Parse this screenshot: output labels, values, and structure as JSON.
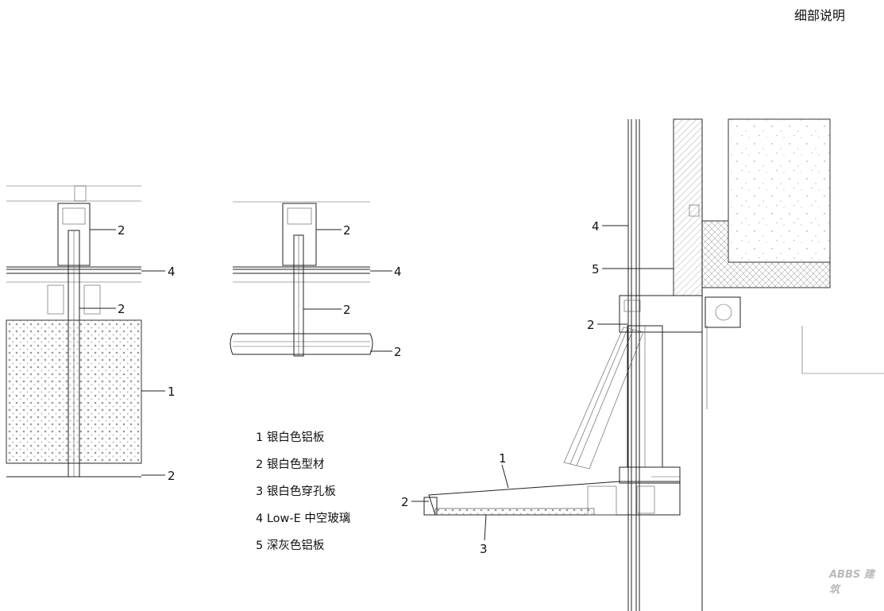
{
  "title": "细部说明",
  "legend": [
    {
      "num": "1",
      "text": "银白色铝板"
    },
    {
      "num": "2",
      "text": "银白色型材"
    },
    {
      "num": "3",
      "text": "银白色穿孔板"
    },
    {
      "num": "4",
      "text": "Low-E 中空玻璃"
    },
    {
      "num": "5",
      "text": "深灰色铝板"
    }
  ],
  "callouts": {
    "left": [
      "2",
      "4",
      "2",
      "1",
      "2"
    ],
    "middle": [
      "2",
      "4",
      "2",
      "2"
    ],
    "right": [
      "4",
      "5",
      "2",
      "1",
      "2",
      "3"
    ]
  },
  "watermark": "ABBS 建筑"
}
